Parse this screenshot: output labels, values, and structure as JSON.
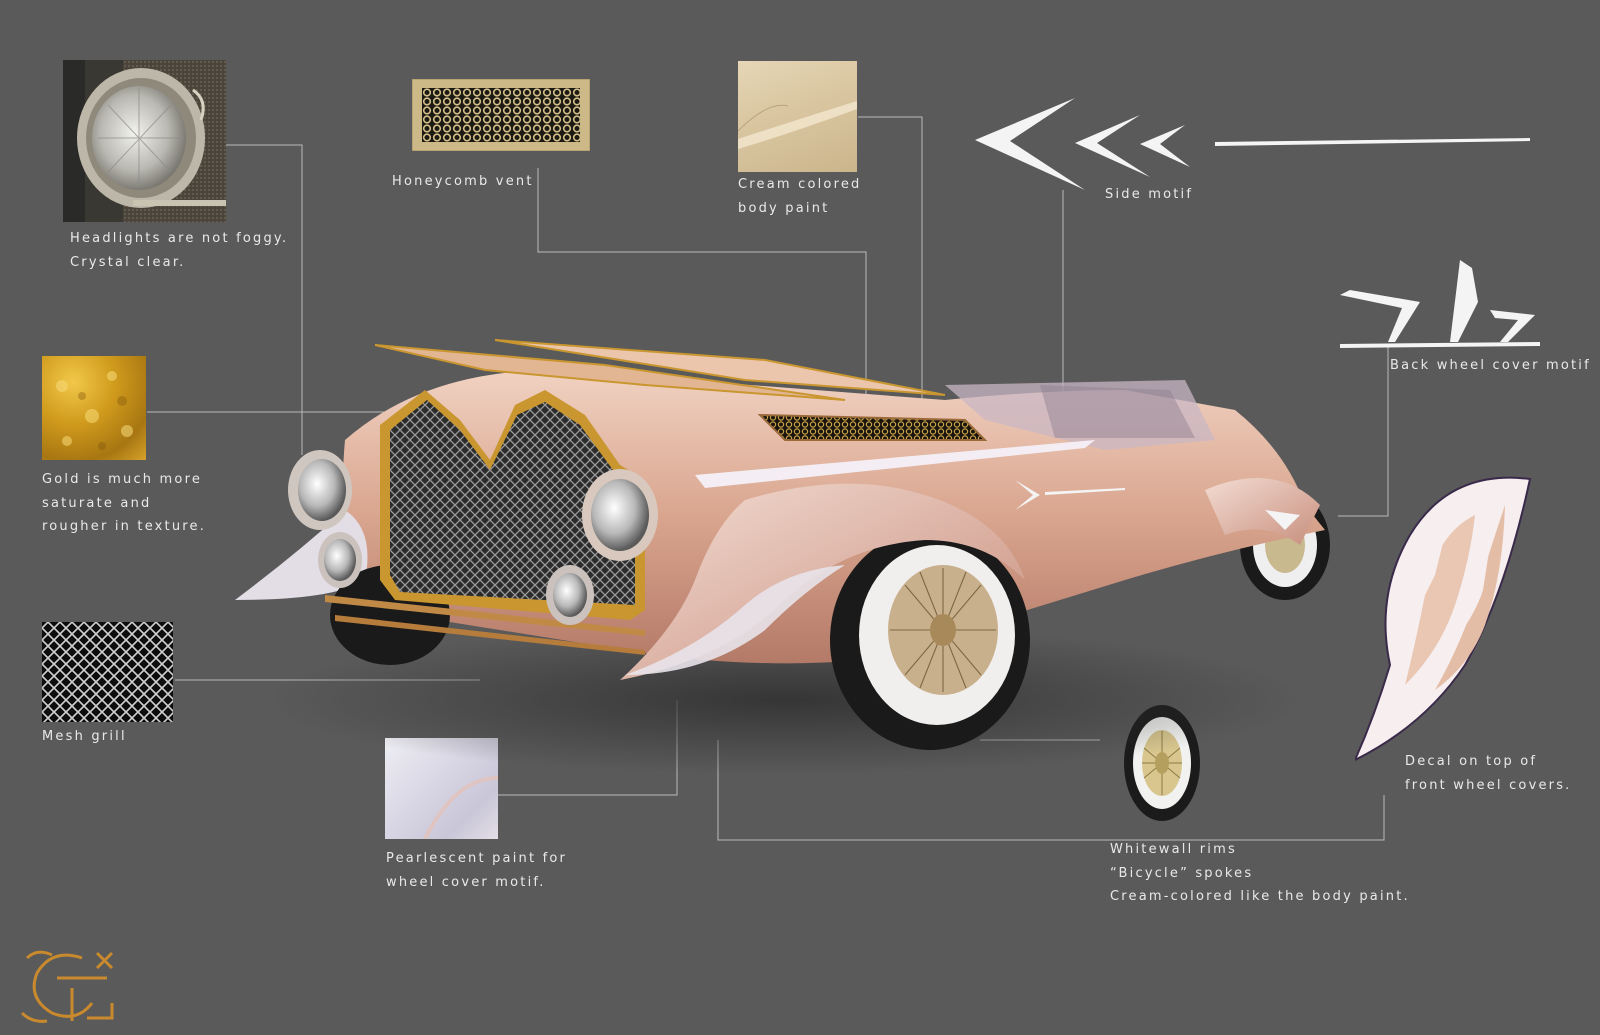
{
  "labels": {
    "headlights": [
      "Headlights are not foggy.",
      "Crystal clear."
    ],
    "honeycomb": [
      "Honeycomb vent"
    ],
    "cream_paint": [
      "Cream colored",
      "body paint"
    ],
    "side_motif": [
      "Side motif"
    ],
    "back_wheel_motif": [
      "Back wheel cover motif"
    ],
    "gold": [
      "Gold is much more",
      "saturate and",
      "rougher in texture."
    ],
    "mesh_grill": [
      "Mesh grill"
    ],
    "pearlescent": [
      "Pearlescent paint for",
      "wheel cover motif."
    ],
    "whitewall": [
      "Whitewall rims",
      "“Bicycle” spokes",
      "Cream-colored like the body paint."
    ],
    "decal": [
      "Decal on top of",
      "front wheel covers."
    ]
  },
  "icons": {
    "headlight": "headlight-photo-icon",
    "vent": "honeycomb-vent-icon",
    "paint": "cream-paint-swatch-icon",
    "side_motif": "side-motif-arrows-icon",
    "back_motif": "back-wheel-motif-icon",
    "gold": "gold-texture-swatch-icon",
    "mesh": "mesh-grill-swatch-icon",
    "pearl": "pearlescent-swatch-icon",
    "wheel": "whitewall-wheel-icon",
    "decal": "flame-decal-icon",
    "logo": "monogram-logo-icon"
  },
  "colors": {
    "background": "#5a5a5a",
    "body_paint": "#d9a58e",
    "gold": "#d6a32a",
    "leader_line": "#bdbdbd",
    "text": "#e9e9e9"
  }
}
